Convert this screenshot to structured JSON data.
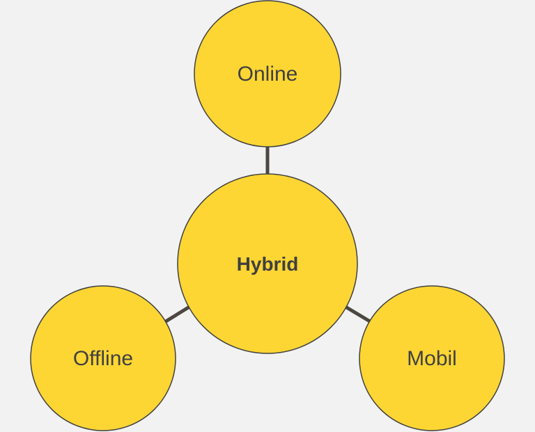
{
  "colors": {
    "background": "#f2f2f2",
    "node_fill": "#fdd633",
    "node_stroke": "#404040",
    "connector": "#4d4741",
    "text": "#404040"
  },
  "nodes": {
    "center": {
      "label": "Hybrid"
    },
    "top": {
      "label": "Online"
    },
    "left": {
      "label": "Offline"
    },
    "right": {
      "label": "Mobil"
    }
  }
}
